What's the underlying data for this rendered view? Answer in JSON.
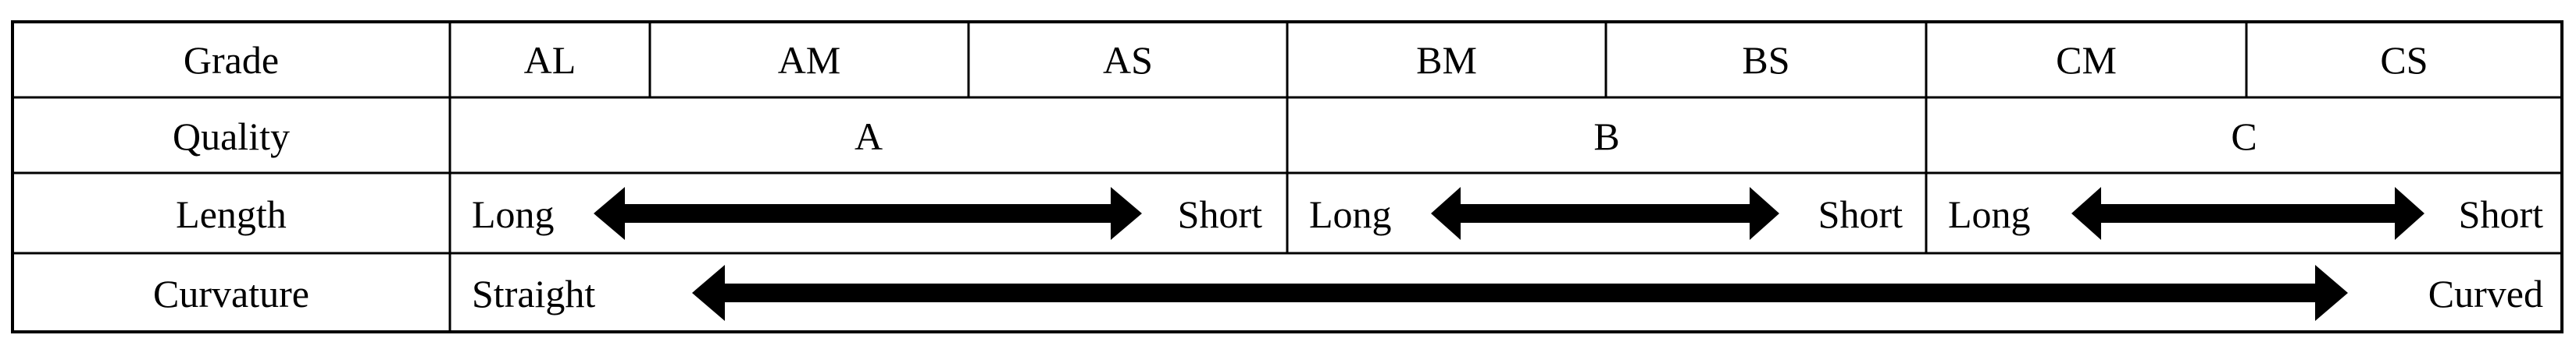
{
  "headers": {
    "grade": "Grade",
    "quality": "Quality",
    "length": "Length",
    "curvature": "Curvature"
  },
  "grades": [
    "AL",
    "AM",
    "AS",
    "BM",
    "BS",
    "CM",
    "CS"
  ],
  "qualities": [
    "A",
    "B",
    "C"
  ],
  "length": {
    "A": {
      "left": "Long",
      "right": "Short"
    },
    "B": {
      "left": "Long",
      "right": "Short"
    },
    "C": {
      "left": "Long",
      "right": "Short"
    }
  },
  "curvature": {
    "left": "Straight",
    "right": "Curved"
  },
  "colors": {
    "line": "#000000",
    "background": "#ffffff"
  }
}
